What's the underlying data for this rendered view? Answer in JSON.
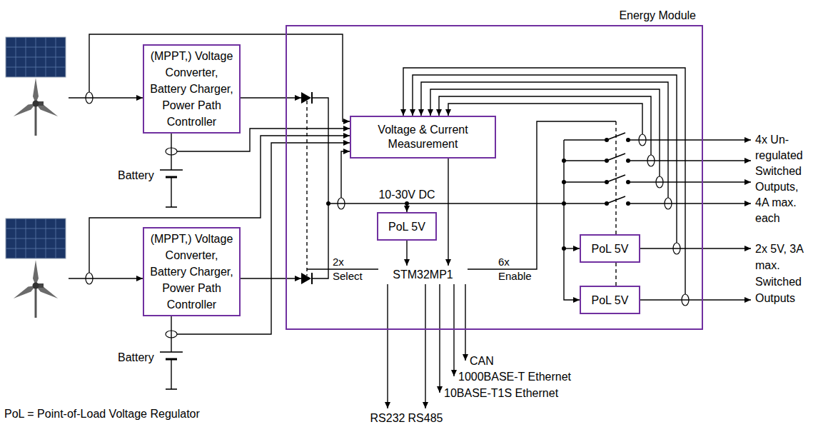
{
  "diagram": {
    "nodes": [
      {
        "text": [
          "(MPPT,) Voltage Converter, Battery Charger, Power Path Controller"
        ]
      },
      {
        "text": [
          "(MPPT,) Voltage Converter, Battery Charger, Power Path Controller"
        ]
      },
      {
        "text": [
          "Energy Module"
        ]
      },
      {
        "text": [
          "Voltage & Current Measurement"
        ],
        "in": 2
      },
      {
        "text": [
          "PoL 5V"
        ],
        "in": 2
      },
      {
        "text": [
          "STM32MP1"
        ],
        "in": 2
      },
      {
        "text": [
          "PoL 5V"
        ],
        "in": 2
      },
      {
        "text": [
          "PoL 5V"
        ],
        "in": 2
      }
    ],
    "edges": [
      {
        "from": 3,
        "to": 5,
        "arrow": "to"
      },
      {
        "from": 4,
        "to": 5,
        "arrow": "to"
      }
    ],
    "labels": [
      "Battery",
      "Battery",
      "10-30V DC",
      "2x Select",
      "6x Enable",
      "4x Un- regulated Switched Outputs, 4A max. each",
      "2x 5V, 3A max. Switched Outputs",
      "CAN",
      "1000BASE-T Ethernet",
      "10BASE-T1S Ethernet",
      "RS232",
      "RS485",
      "PoL = Point-of-Load Voltage Regulator"
    ]
  }
}
